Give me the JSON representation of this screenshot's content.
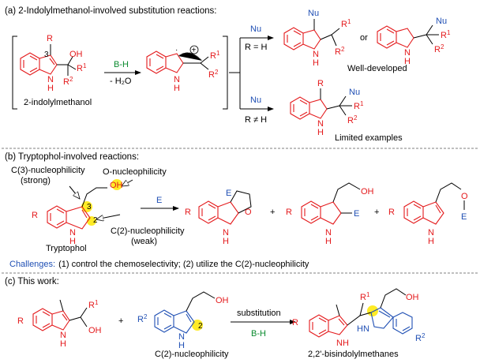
{
  "section_a": {
    "heading": "(a) 2-Indolylmethanol-involved substitution reactions:",
    "sm_label": "2-indolylmethanol",
    "reagent_top": "B-H",
    "reagent_bottom": "- H₂O",
    "nu_top": "Nu",
    "cond_top": "R = H",
    "nu_bottom": "Nu",
    "cond_bottom": "R ≠ H",
    "or": "or",
    "result_top": "Well-developed",
    "result_bottom": "Limited examples"
  },
  "section_b": {
    "heading": "(b) Tryptophol-involved reactions:",
    "c3_label": "C(3)-nucleophilicity",
    "c3_strength": "(strong)",
    "o_label": "O-nucleophilicity",
    "c2_label": "C(2)-nucleophilicity",
    "c2_strength": "(weak)",
    "reagent": "E",
    "sm_label": "Tryptophol",
    "plus": "+",
    "challenges_label": "Challenges:",
    "challenges_text": "(1) control the chemoselectivity; (2) utilize the C(2)-nucleophilicity"
  },
  "section_c": {
    "heading": "(c) This work:",
    "plus": "+",
    "reagent_top": "substitution",
    "reagent_bottom": "B-H",
    "nuc_label": "C(2)-nucleophilicity",
    "product_label": "2,2'-bisindolylmethanes"
  },
  "atoms": {
    "R": "R",
    "R1": "R",
    "R2": "R",
    "sup1": "1",
    "sup2": "2",
    "OH": "OH",
    "O": "O",
    "N": "N",
    "H": "H",
    "NH": "NH",
    "HN": "HN",
    "Nu": "Nu",
    "E": "E",
    "n3": "3",
    "n2": "2",
    "plus_charge": "+"
  },
  "colors": {
    "red": "#e41a1c",
    "blue": "#1f4fb4",
    "green": "#0a8a2e",
    "highlight": "#ffe800"
  }
}
